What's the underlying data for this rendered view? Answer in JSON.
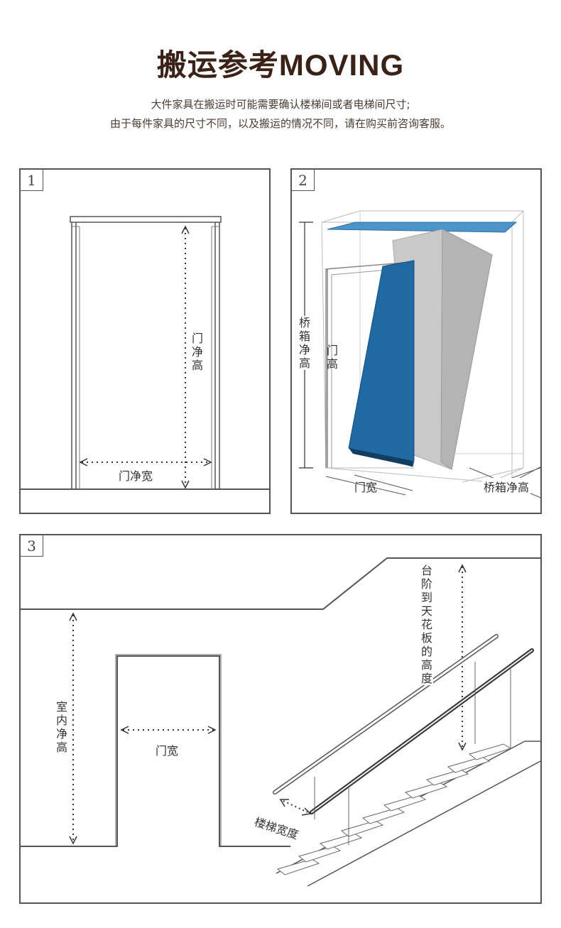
{
  "header": {
    "title_cn": "搬运参考",
    "title_en": "MOVING",
    "line1": "大件家具在搬运时可能需要确认楼梯间或者电梯间尺寸;",
    "line2": "由于每件家具的尺寸不同，以及搬运的情况不同，请在购买前咨询客服。"
  },
  "panel1": {
    "number": "1",
    "door_height": "门净高",
    "door_width": "门净宽"
  },
  "panel2": {
    "number": "2",
    "cabin_height": "桥箱净高",
    "door_height": "门高",
    "door_width": "门宽",
    "cabin_depth": "桥箱净高"
  },
  "panel3": {
    "number": "3",
    "room_height": "室内净高",
    "door_width": "门宽",
    "step_to_ceiling": "台阶到天花板的高度",
    "stair_width": "楼梯宽度"
  },
  "colors": {
    "blue": "#1f6aa3",
    "light_blue": "#4d94c8",
    "gray": "#c9c9c9",
    "line": "#555555"
  }
}
